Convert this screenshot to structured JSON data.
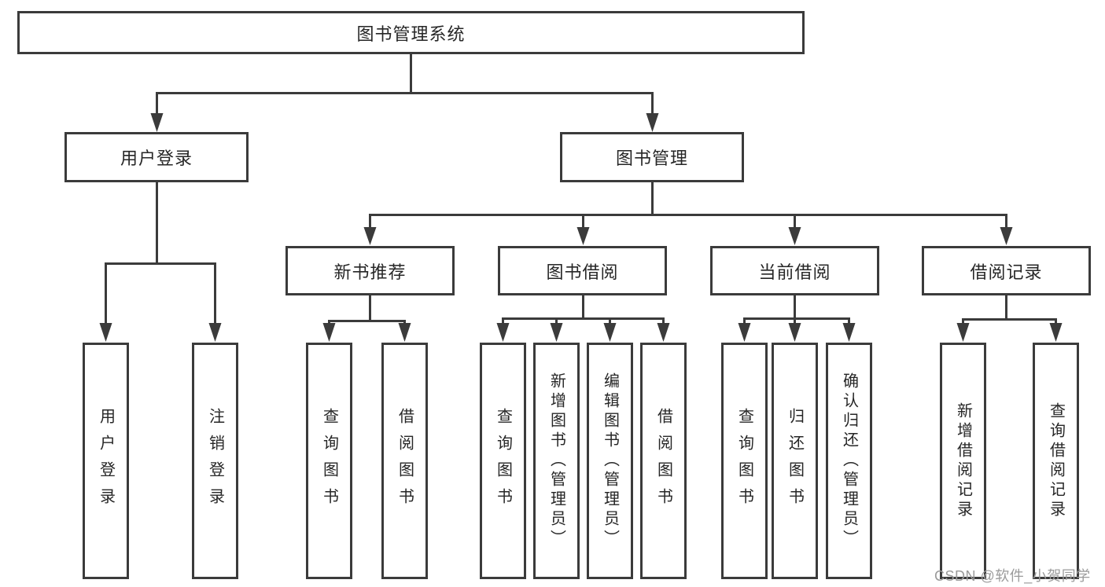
{
  "diagram": {
    "title": "图书管理系统",
    "user_login": {
      "label": "用户登录",
      "children": [
        {
          "label": "用户登录"
        },
        {
          "label": "注销登录"
        }
      ]
    },
    "book_management": {
      "label": "图书管理",
      "sections": [
        {
          "label": "新书推荐",
          "children": [
            {
              "label": "查询图书"
            },
            {
              "label": "借阅图书"
            }
          ]
        },
        {
          "label": "图书借阅",
          "children": [
            {
              "label": "查询图书"
            },
            {
              "label": "新增图书（管理员）"
            },
            {
              "label": "编辑图书（管理员）"
            },
            {
              "label": "借阅图书"
            }
          ]
        },
        {
          "label": "当前借阅",
          "children": [
            {
              "label": "查询图书"
            },
            {
              "label": "归还图书"
            },
            {
              "label": "确认归还（管理员）"
            }
          ]
        },
        {
          "label": "借阅记录",
          "children": [
            {
              "label": "新增借阅记录"
            },
            {
              "label": "查询借阅记录"
            }
          ]
        }
      ]
    }
  },
  "watermark": "CSDN @软件_小贺同学",
  "colors": {
    "line": "#3b3b3b",
    "text": "#262626",
    "watermark": "#9b9b9b",
    "background": "#ffffff"
  }
}
